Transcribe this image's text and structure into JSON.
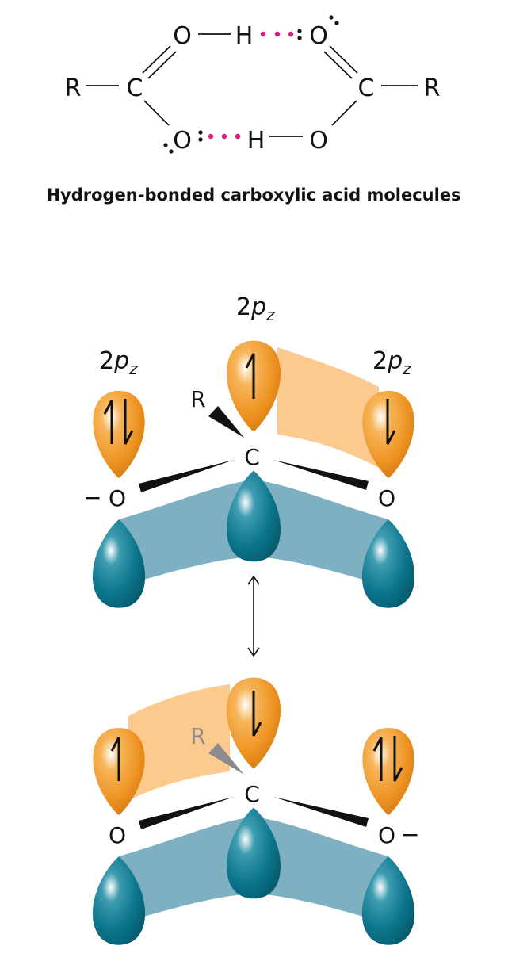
{
  "dimer": {
    "r_left": "R",
    "c_left": "C",
    "o_top_left": "O",
    "h_top": "H",
    "o_top_right": "O",
    "c_right": "C",
    "r_right": "R",
    "o_bottom_left": "O",
    "h_bottom": "H",
    "o_bottom_right": "O",
    "caption": "Hydrogen-bonded carboxylic acid molecules",
    "hbond_color": "#e5197e"
  },
  "orbital_label": {
    "main": "2",
    "p": "p",
    "sub": "z"
  },
  "resonance_top": {
    "r": "R",
    "c": "C",
    "o_left": "O",
    "o_right": "O",
    "charge_left": "−",
    "spins": {
      "left": "up-down",
      "center": "up",
      "right": "down"
    }
  },
  "resonance_bottom": {
    "r": "R",
    "c": "C",
    "o_left": "O",
    "o_right": "O",
    "charge_right": "−",
    "spins": {
      "left": "up",
      "center": "down",
      "right": "up-down"
    }
  },
  "colors": {
    "orange": "#f0982a",
    "orange_band": "#fcc98f",
    "teal": "#0e7a90",
    "teal_band": "#7fb0c2"
  }
}
